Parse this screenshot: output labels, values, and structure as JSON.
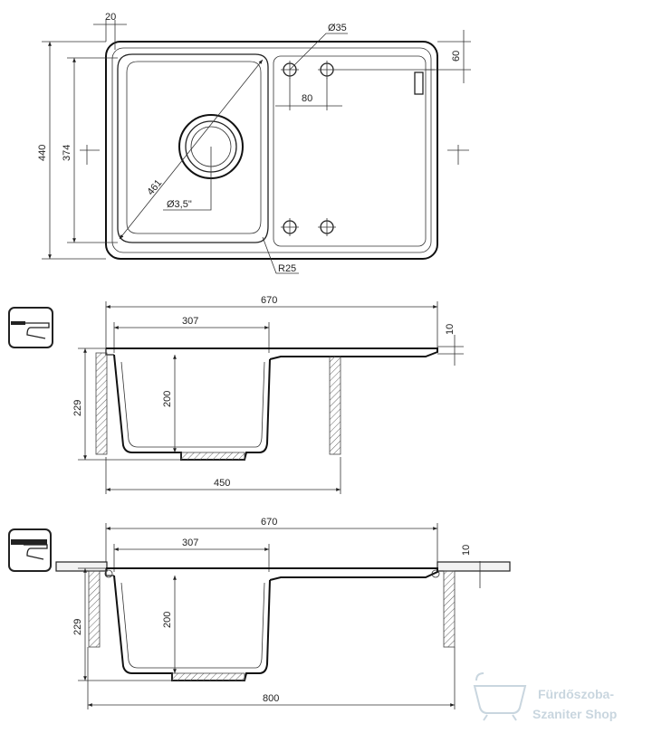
{
  "top_view": {
    "dim_20": "20",
    "dim_35": "Ø35",
    "dim_60": "60",
    "dim_80": "80",
    "dim_440": "440",
    "dim_374": "374",
    "dim_461": "461",
    "dim_35in": "Ø3,5\"",
    "dim_r25": "R25"
  },
  "side_view_1": {
    "dim_670": "670",
    "dim_307": "307",
    "dim_10": "10",
    "dim_229": "229",
    "dim_200": "200",
    "dim_450": "450"
  },
  "side_view_2": {
    "dim_670": "670",
    "dim_307": "307",
    "dim_10": "10",
    "dim_229": "229",
    "dim_200": "200",
    "dim_800": "800"
  },
  "watermark": {
    "line1": "Fürdőszoba-",
    "line2": "Szaniter Shop"
  }
}
